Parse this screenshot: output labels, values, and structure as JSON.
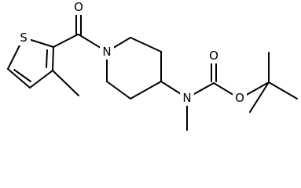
{
  "molecule": {
    "atoms": [
      {
        "id": "S",
        "label": "S"
      },
      {
        "id": "O_ketone",
        "label": "O"
      },
      {
        "id": "N_piperidine",
        "label": "N"
      },
      {
        "id": "O_carbonyl",
        "label": "O"
      },
      {
        "id": "N_carbamate",
        "label": "N"
      },
      {
        "id": "O_ester",
        "label": "O"
      }
    ]
  }
}
